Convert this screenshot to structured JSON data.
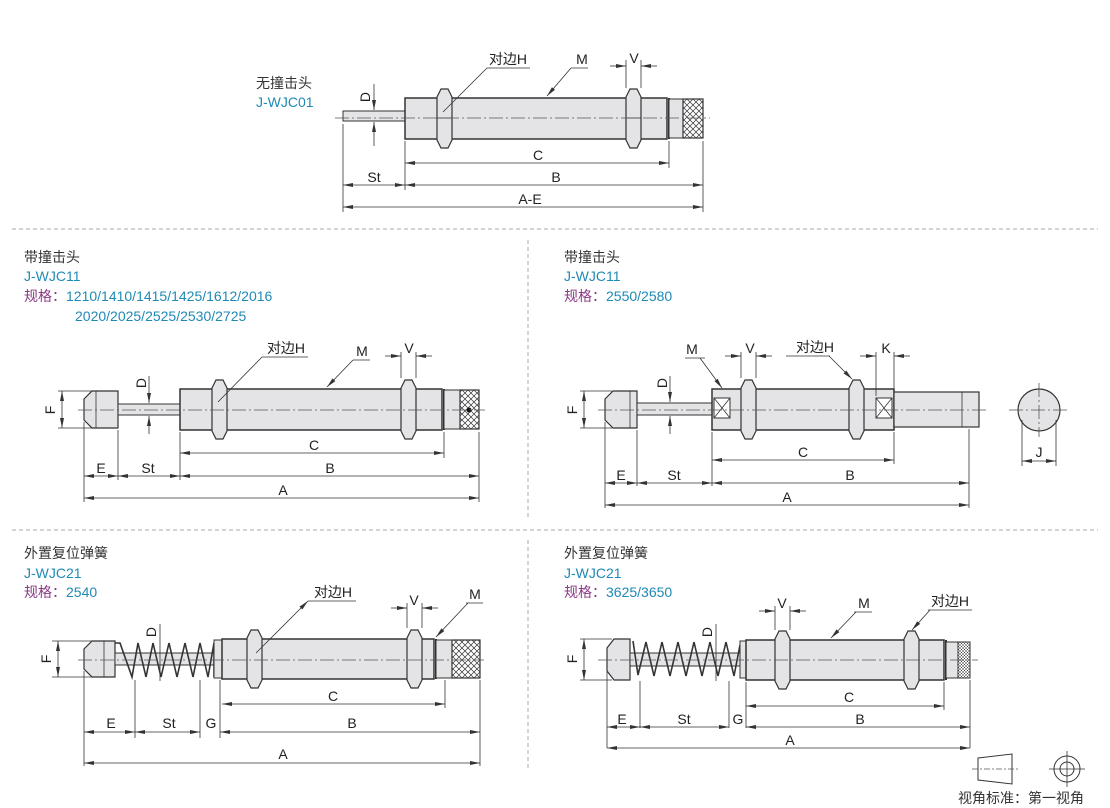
{
  "panels": [
    {
      "id": "p1",
      "title": "无撞击头",
      "code": "J-WJC01",
      "spec_label": "",
      "spec_values": [],
      "labels": {
        "D": "D",
        "H": "对边H",
        "M": "M",
        "V": "V",
        "C": "C",
        "St": "St",
        "B": "B",
        "total": "A-E"
      }
    },
    {
      "id": "p2",
      "title": "带撞击头",
      "code": "J-WJC11",
      "spec_label": "规格：",
      "spec_values": [
        "1210/1410/1415/1425/1612/2016",
        "2020/2025/2525/2530/2725"
      ],
      "labels": {
        "D": "D",
        "F": "F",
        "H": "对边H",
        "M": "M",
        "V": "V",
        "C": "C",
        "E": "E",
        "St": "St",
        "B": "B",
        "total": "A"
      }
    },
    {
      "id": "p3",
      "title": "带撞击头",
      "code": "J-WJC11",
      "spec_label": "规格：",
      "spec_values": [
        "2550/2580"
      ],
      "labels": {
        "D": "D",
        "F": "F",
        "H": "对边H",
        "M": "M",
        "V": "V",
        "K": "K",
        "J": "J",
        "C": "C",
        "E": "E",
        "St": "St",
        "B": "B",
        "total": "A"
      }
    },
    {
      "id": "p4",
      "title": "外置复位弹簧",
      "code": "J-WJC21",
      "spec_label": "规格：",
      "spec_values": [
        "2540"
      ],
      "labels": {
        "D": "D",
        "F": "F",
        "H": "对边H",
        "M": "M",
        "V": "V",
        "C": "C",
        "E": "E",
        "St": "St",
        "G": "G",
        "B": "B",
        "total": "A"
      }
    },
    {
      "id": "p5",
      "title": "外置复位弹簧",
      "code": "J-WJC21",
      "spec_label": "规格：",
      "spec_values": [
        "3625/3650"
      ],
      "labels": {
        "D": "D",
        "F": "F",
        "H": "对边H",
        "M": "M",
        "V": "V",
        "C": "C",
        "E": "E",
        "St": "St",
        "G": "G",
        "B": "B",
        "total": "A"
      }
    }
  ],
  "projection": {
    "label": "视角标准：第一视角"
  },
  "colors": {
    "title": "#333333",
    "code": "#1f8ab5",
    "spec_label": "#8a3a86",
    "body_fill": "#e4e4e6"
  }
}
